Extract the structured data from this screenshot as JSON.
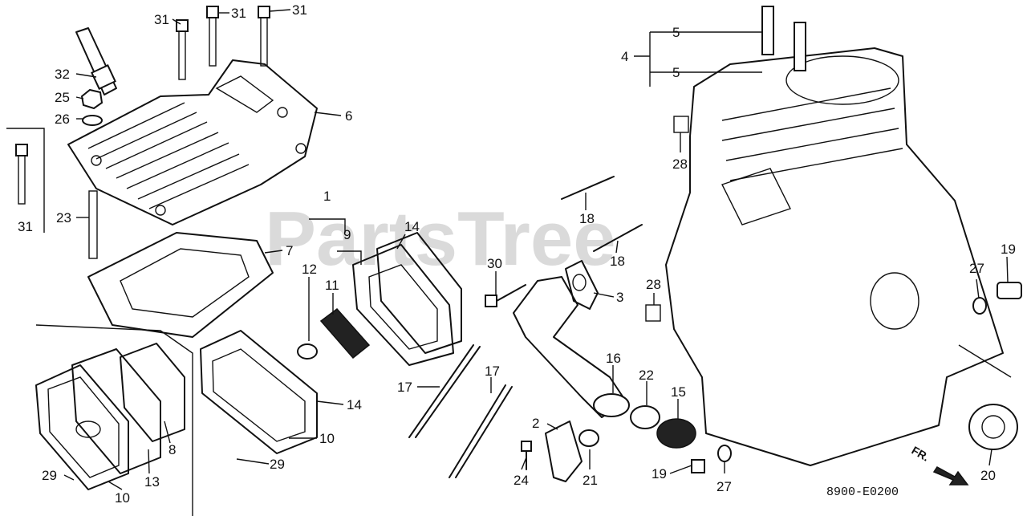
{
  "watermark": "PartsTree",
  "diagram_code": "8900-E0200",
  "direction_label": "FR.",
  "callouts": {
    "c31a": "31",
    "c31b": "31",
    "c31c": "31",
    "c31d": "31",
    "c32": "32",
    "c25": "25",
    "c26": "26",
    "c6": "6",
    "c23": "23",
    "c7": "7",
    "c1": "1",
    "c9": "9",
    "c12": "12",
    "c11": "11",
    "c14a": "14",
    "c14b": "14",
    "c8": "8",
    "c13": "13",
    "c10a": "10",
    "c10b": "10",
    "c29a": "29",
    "c29b": "29",
    "c17a": "17",
    "c17b": "17",
    "c30": "30",
    "c3": "3",
    "c18a": "18",
    "c18b": "18",
    "c16": "16",
    "c22": "22",
    "c15": "15",
    "c2": "2",
    "c24": "24",
    "c21": "21",
    "c19a": "19",
    "c19b": "19",
    "c27a": "27",
    "c27b": "27",
    "c20": "20",
    "c28a": "28",
    "c28b": "28",
    "c4": "4",
    "c5a": "5",
    "c5b": "5"
  }
}
